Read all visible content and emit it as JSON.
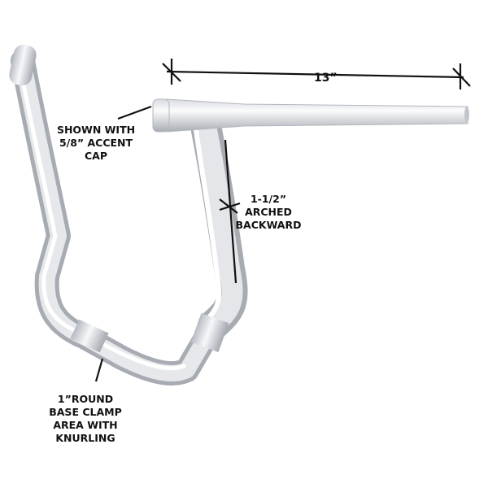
{
  "annotations": {
    "width_label": "13”",
    "accent_cap": [
      "SHOWN WITH",
      "5/8” ACCENT",
      "CAP"
    ],
    "arch": [
      "1-1/2”",
      "ARCHED",
      "BACKWARD"
    ],
    "base_clamp": [
      "1”ROUND",
      "BASE CLAMP",
      "AREA WITH",
      "KNURLING"
    ]
  },
  "colors": {
    "chrome_light": "#f4f5f7",
    "chrome_mid": "#c9ccd2",
    "chrome_dark": "#9da1a8",
    "ink": "#111111"
  }
}
